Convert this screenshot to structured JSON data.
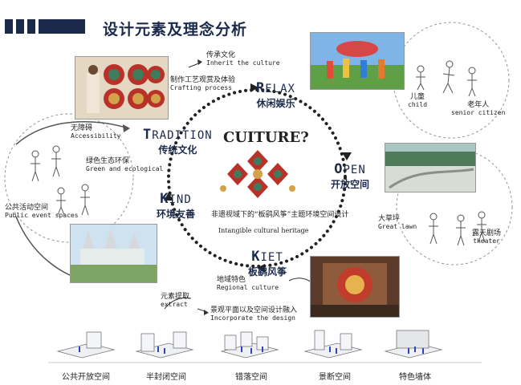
{
  "header": {
    "title": "设计元素及理念分析"
  },
  "center": {
    "title": "CUITURE?",
    "caption_cn": "非遗视域下的“板鹞风筝”主题环境空间设计",
    "caption_en": "Intangible cultural heritage"
  },
  "nodes": {
    "relax": {
      "en_initial": "R",
      "en_rest": "ELAX",
      "cn": "休闲娱乐"
    },
    "open": {
      "en_initial": "O",
      "en_rest": "PEN",
      "cn": "开放空间"
    },
    "kiet": {
      "en_initial": "K",
      "en_rest": "IET",
      "cn": "板鹞风筝"
    },
    "kind": {
      "en_initial": "K",
      "en_rest": "IND",
      "cn": "环境友善"
    },
    "tradition": {
      "en_initial": "T",
      "en_rest": "RADITION",
      "cn": "传统文化"
    }
  },
  "annotations": {
    "inherit": {
      "cn": "传承文化",
      "en": "Inherit the culture"
    },
    "crafting": {
      "cn": "制作工艺观赏及体验",
      "en": "Crafting process"
    },
    "child": {
      "cn": "儿童",
      "en": "child"
    },
    "senior": {
      "cn": "老年人",
      "en": "senior citizen"
    },
    "lawn": {
      "cn": "大草坪",
      "en": "Great lawn"
    },
    "theater": {
      "cn": "露天剧场",
      "en": "theater"
    },
    "regional": {
      "cn": "地域特色",
      "en": "Regional culture"
    },
    "extract": {
      "cn": "元素提取",
      "en": "extract"
    },
    "incorporate": {
      "cn": "景观平面以及空间设计融入",
      "en": "Incorporate the design"
    },
    "accessibility": {
      "cn": "无障碍",
      "en": "Accessibility"
    },
    "green": {
      "cn": "绿色生态环保",
      "en": "Green and ecological"
    },
    "public": {
      "cn": "公共活动空间",
      "en": "Public event spaces"
    }
  },
  "legend": [
    "公共开放空间",
    "半封闭空间",
    "错落空间",
    "景断空间",
    "特色墙体"
  ],
  "colors": {
    "navy": "#1b2a4a",
    "kite_red": "#b8322a",
    "kite_green": "#3e7d5c",
    "dot": "#222222"
  }
}
